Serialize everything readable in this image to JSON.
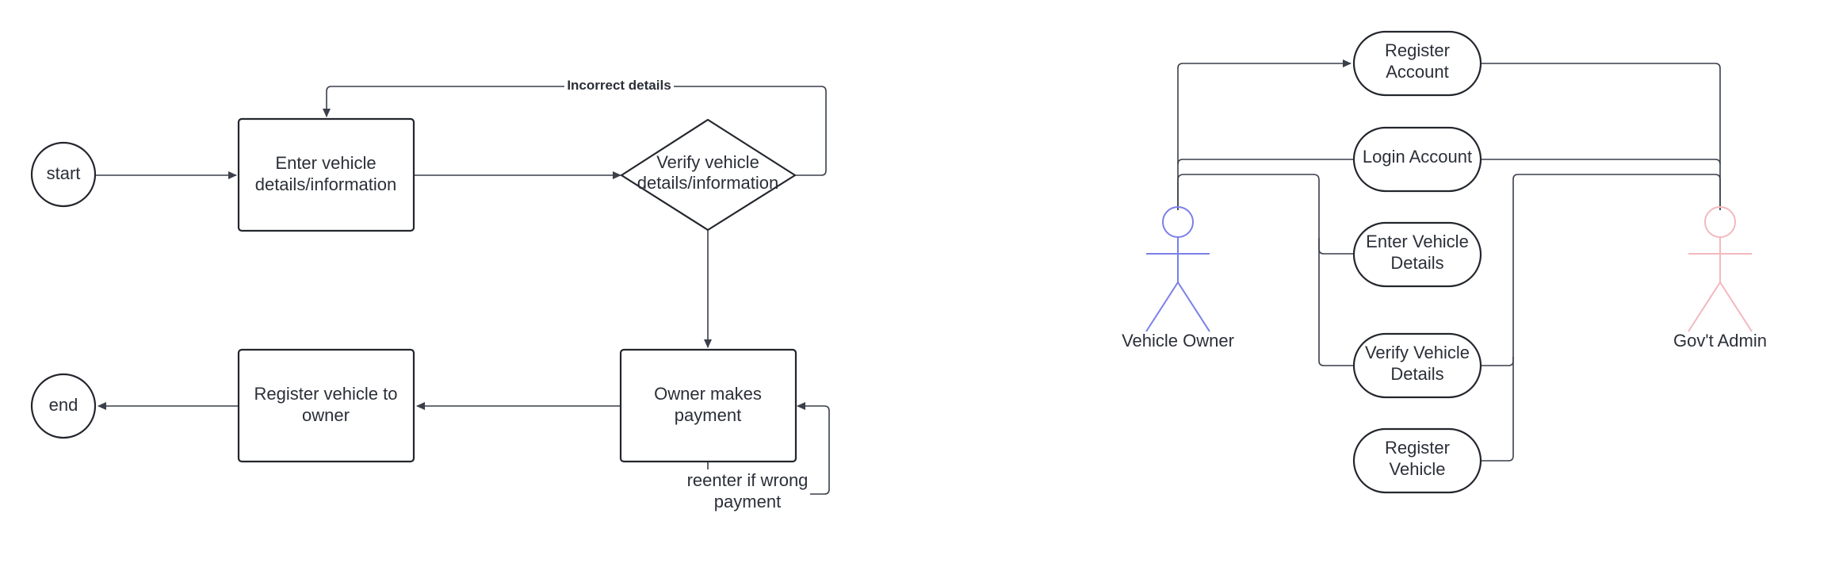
{
  "flowchart": {
    "start": "start",
    "end": "end",
    "enter_details": [
      "Enter vehicle",
      "details/information"
    ],
    "verify_details": [
      "Verify vehicle",
      "details/information"
    ],
    "owner_payment": [
      "Owner makes",
      "payment"
    ],
    "register_vehicle": [
      "Register vehicle to",
      "owner"
    ],
    "incorrect_details_label": "Incorrect details",
    "reenter_label": [
      "reenter if wrong",
      "payment"
    ]
  },
  "use_case": {
    "actors": {
      "owner": "Vehicle Owner",
      "admin": "Gov't Admin"
    },
    "cases": {
      "register_account": [
        "Register",
        "Account"
      ],
      "login_account": [
        "Login Account"
      ],
      "enter_vehicle_details": [
        "Enter Vehicle",
        "Details"
      ],
      "verify_vehicle_details": [
        "Verify Vehicle",
        "Details"
      ],
      "register_vehicle": [
        "Register",
        "Vehicle"
      ]
    }
  },
  "colors": {
    "owner_actor": "#7b7fe8",
    "admin_actor": "#f2b8be",
    "stroke": "#23262d",
    "connector": "#3a3f4a",
    "text": "#2b2f38"
  }
}
